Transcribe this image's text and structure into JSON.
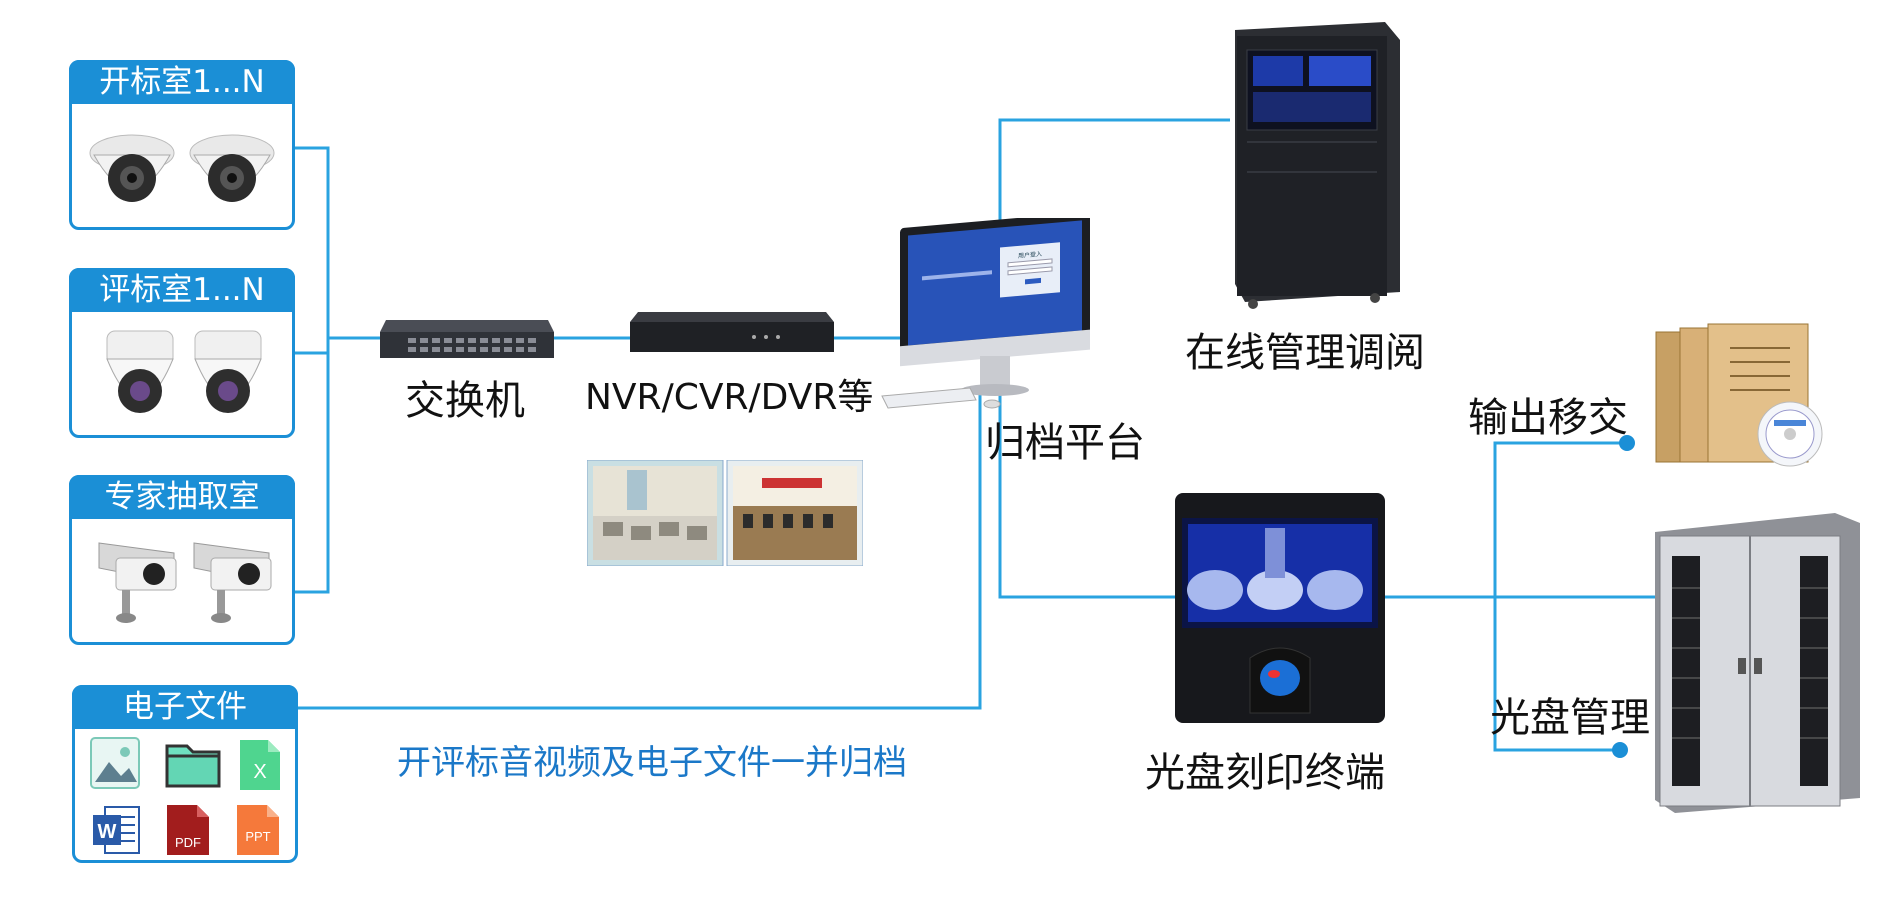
{
  "panels": {
    "bid_opening": {
      "title": "开标室1...N",
      "icon": "dome-camera-icon"
    },
    "bid_evaluation": {
      "title": "评标室1...N",
      "icon": "ptz-camera-icon"
    },
    "expert_room": {
      "title": "专家抽取室",
      "icon": "bullet-camera-icon"
    },
    "electronic_files": {
      "title": "电子文件",
      "file_labels": {
        "excel": "X",
        "word": "W",
        "pdf": "PDF",
        "ppt": "PPT"
      }
    }
  },
  "nodes": {
    "switch": "交换机",
    "recorder": "NVR/CVR/DVR等",
    "archive_platform": "归档平台",
    "online_management": "在线管理调阅",
    "disc_burning": "光盘刻印终端",
    "output_transfer": "输出移交",
    "disc_management": "光盘管理"
  },
  "caption": "开评标音视频及电子文件一并归档",
  "monitor_screen": {
    "login_title": "用户登入"
  },
  "colors": {
    "accent": "#1b8fd6",
    "line": "#2aa3e0",
    "caption": "#1b78c8"
  }
}
